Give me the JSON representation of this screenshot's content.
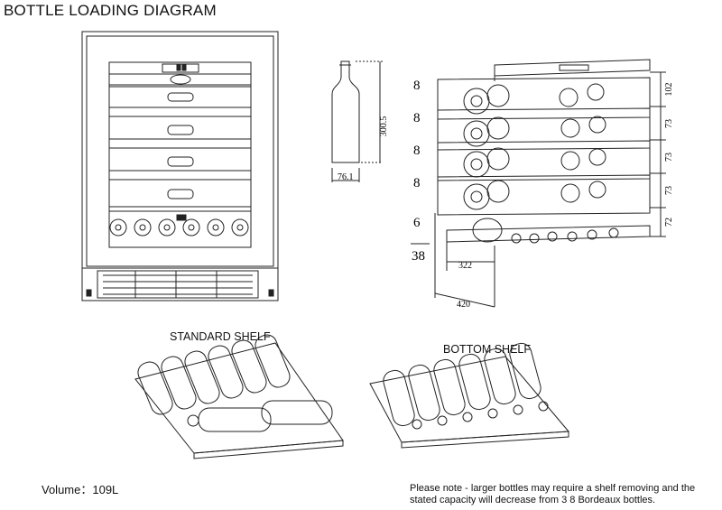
{
  "title": "BOTTLE LOADING DIAGRAM",
  "labels": {
    "standard_shelf": "STANDARD SHELF",
    "bottom_shelf": "BOTTOM SHELF"
  },
  "volume": "Volume：109L",
  "note": {
    "line1": "Please note - larger bottles may require a shelf removing and the",
    "line2": "stated capacity will decrease from  3 8  Bordeaux bottles."
  },
  "bottle_dims": {
    "height": "300.5",
    "diameter": "76.1"
  },
  "shelf_counts": [
    "8",
    "8",
    "8",
    "8",
    "6"
  ],
  "total_count": "38",
  "shelf_heights": [
    "102",
    "73",
    "73",
    "73",
    "72"
  ],
  "depth_dims": {
    "shelf_depth": "322",
    "cabinet_depth": "420"
  }
}
